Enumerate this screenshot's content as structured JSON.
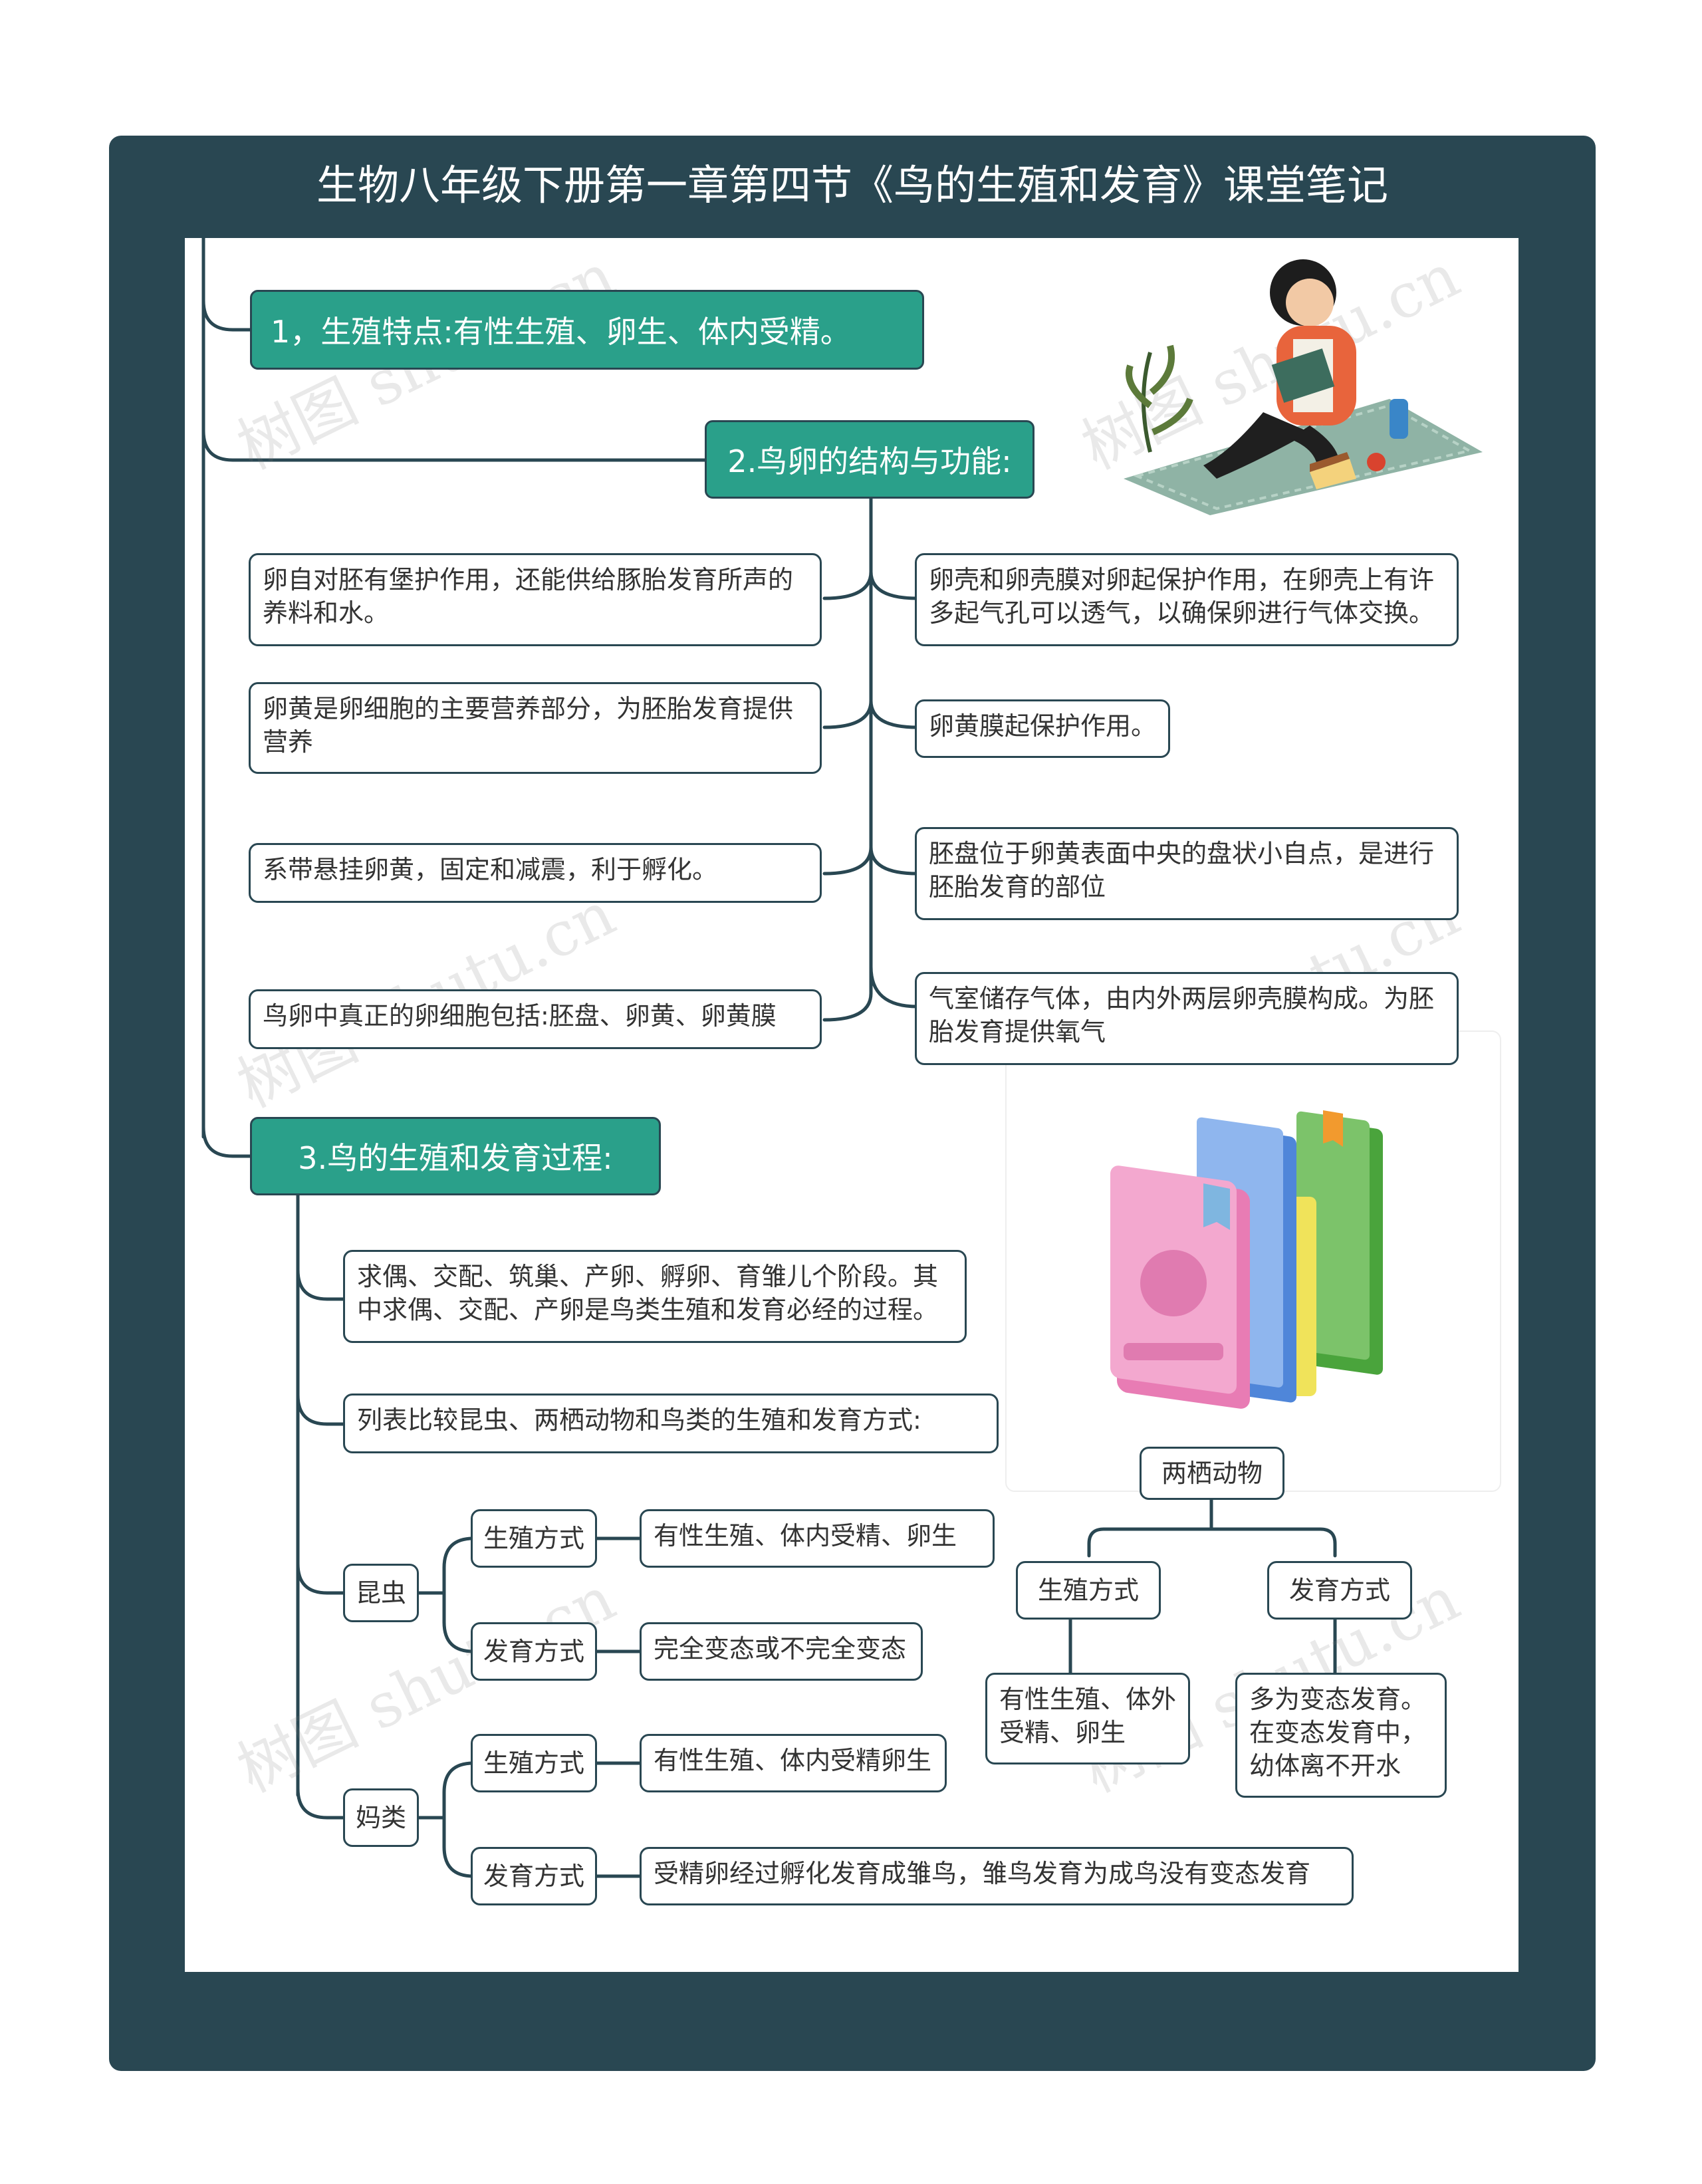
{
  "title": "生物八年级下册第一章第四节《鸟的生殖和发育》课堂笔记",
  "watermark": "树图 shutu.cn",
  "colors": {
    "frame": "#294752",
    "topic": "#2aa08a",
    "line": "#294752"
  },
  "illustrations": [
    "reading-girl-icon",
    "books-icon"
  ],
  "sections": {
    "s1": {
      "label": "1，生殖特点:有性生殖、卵生、体内受精。"
    },
    "s2": {
      "label": "2.鸟卵的结构与功能:",
      "left": [
        "卵自对胚有堡护作用，还能供给豚胎发育所声的养料和水。",
        "卵黄是卵细胞的主要营养部分，为胚胎发育提供营养",
        "系带悬挂卵黄，固定和减震，利于孵化。",
        "鸟卵中真正的卵细胞包括:胚盘、卵黄、卵黄膜"
      ],
      "right": [
        "卵壳和卵壳膜对卵起保护作用，在卵壳上有许多起气孔可以透气，以确保卵进行气体交换。",
        "卵黄膜起保护作用。",
        "胚盘位于卵黄表面中央的盘状小自点，是进行胚胎发育的部位",
        "气室储存气体，由内外两层卵壳膜构成。为胚胎发育提供氧气"
      ]
    },
    "s3": {
      "label": "3.鸟的生殖和发育过程:",
      "process": "求偶、交配、筑巢、产卵、孵卵、育雏儿个阶段。其中求偶、交配、产卵是鸟类生殖和发育必经的过程。",
      "compare": "列表比较昆虫、两栖动物和鸟类的生殖和发育方式:",
      "insect": {
        "label": "昆虫",
        "repro_label": "生殖方式",
        "repro": "有性生殖、体内受精、卵生",
        "dev_label": "发育方式",
        "dev": "完全变态或不完全变态"
      },
      "bird": {
        "label": "妈类",
        "repro_label": "生殖方式",
        "repro": "有性生殖、体内受精卵生",
        "dev_label": "发育方式",
        "dev": "受精卵经过孵化发育成雏鸟，雏鸟发育为成鸟没有变态发育"
      },
      "amphibian": {
        "label": "两栖动物",
        "repro_label": "生殖方式",
        "repro": "有性生殖、体外受精、卵生",
        "dev_label": "发育方式",
        "dev": "多为变态发育。在变态发育中，幼体离不开水"
      }
    }
  }
}
